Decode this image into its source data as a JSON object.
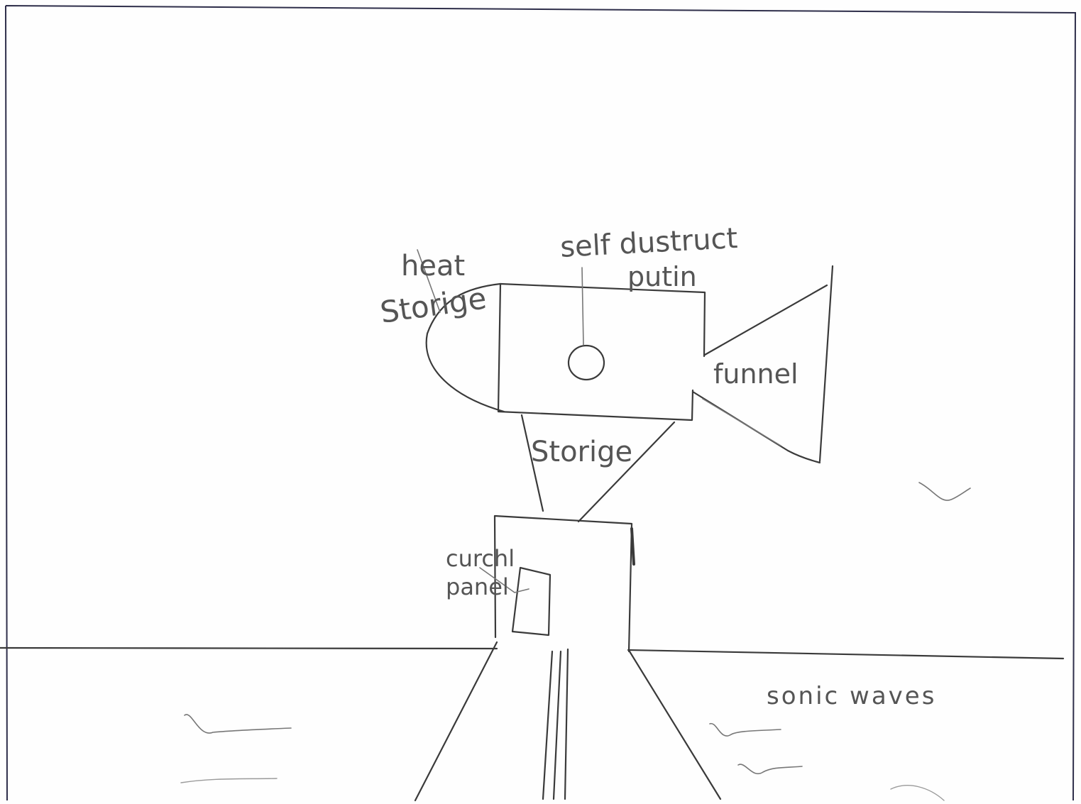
{
  "colors": {
    "paper": "#fefefe",
    "pencil": "#3a3a3a",
    "pencil_light": "#777777",
    "label": "#555555",
    "frame": "#2e2e4a"
  },
  "labels": {
    "heat_storage": {
      "line1": "heat",
      "line2": "Storige"
    },
    "self_destruct": {
      "line1": "self dustruct",
      "line2": "putin"
    },
    "storage": "Storige",
    "funnel": "funnel",
    "control_panel": {
      "line1": "curchl",
      "line2": "panel"
    },
    "sonic_waves": "sonic waves"
  }
}
